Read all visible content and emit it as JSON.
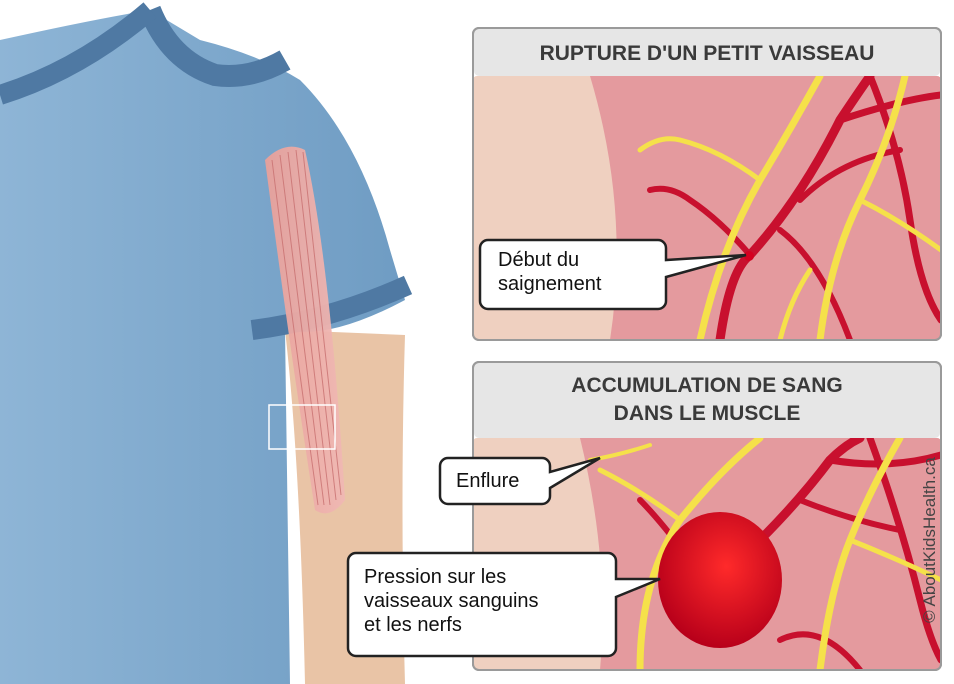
{
  "panels": {
    "top": {
      "title": "RUPTURE D'UN PETIT VAISSEAU"
    },
    "bottom": {
      "title_line1": "ACCUMULATION DE SANG",
      "title_line2": "DANS LE MUSCLE"
    }
  },
  "callouts": {
    "bleeding_start": "Début du\nsaignement",
    "swelling": "Enflure",
    "pressure": "Pression sur les\nvaisseaux sanguins\net les nerfs"
  },
  "credit": "© AboutKidsHealth.ca",
  "colors": {
    "shirt": "#7aa4c8",
    "shirt_trim": "#4f79a3",
    "skin": "#e9c4a6",
    "muscle": "#e7a6a6",
    "vessel": "#c8102e",
    "nerve": "#f5e14a",
    "panel_border": "#9a9a9a",
    "title_bg": "#e6e6e6"
  }
}
